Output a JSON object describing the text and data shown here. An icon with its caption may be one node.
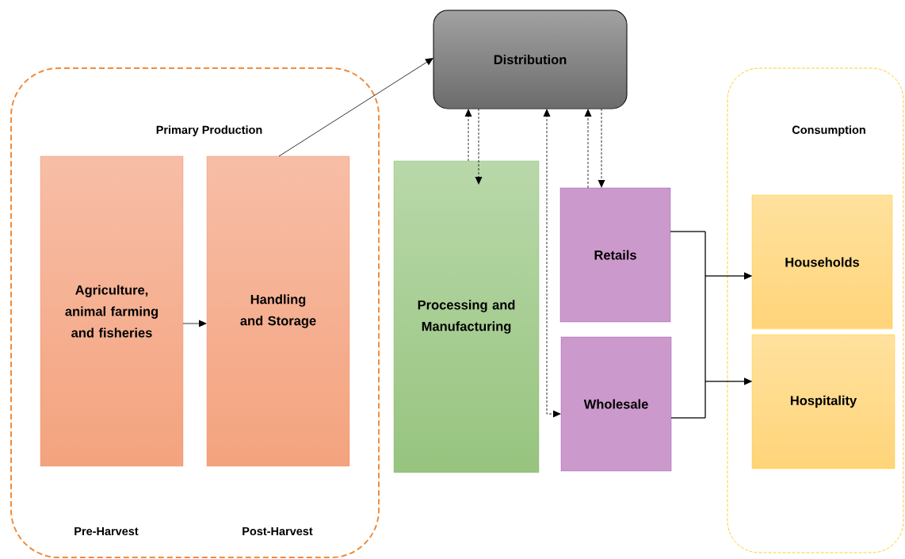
{
  "diagram": {
    "nodes": [
      {
        "text": [
          "Primary Production"
        ]
      },
      {
        "text": [
          "Agriculture, animal farming and fisheries"
        ],
        "in": 0
      },
      {
        "text": [
          "Handling and Storage"
        ],
        "in": 0
      },
      {
        "text": [
          "Distribution"
        ]
      },
      {
        "text": [
          "Processing and Manufacturing"
        ]
      },
      {
        "text": [
          "Retails"
        ]
      },
      {
        "text": [
          "Wholesale"
        ]
      },
      {
        "text": [
          "Consumption"
        ]
      },
      {
        "text": [
          "Households"
        ],
        "in": 7
      },
      {
        "text": [
          "Hospitality"
        ],
        "in": 7
      }
    ],
    "edges": [
      {
        "from": 1,
        "to": 2,
        "arrow": "to"
      },
      {
        "from": 2,
        "to": 3,
        "arrow": "to"
      },
      {
        "from": 4,
        "to": 3,
        "arrow": "to",
        "style": "dashed"
      },
      {
        "from": 3,
        "to": 4,
        "arrow": "to",
        "style": "dashed"
      },
      {
        "from": 3,
        "to": 6,
        "arrow": "both",
        "style": "dashed"
      },
      {
        "from": 5,
        "to": 3,
        "arrow": "to",
        "style": "dashed"
      },
      {
        "from": 3,
        "to": 5,
        "arrow": "to",
        "style": "dashed"
      },
      {
        "from": 5,
        "to": 8,
        "arrow": "to"
      },
      {
        "from": 5,
        "to": 9,
        "arrow": "to"
      },
      {
        "from": 6,
        "to": 8,
        "arrow": "to"
      },
      {
        "from": 6,
        "to": 9,
        "arrow": "to"
      }
    ],
    "labels": [
      "Pre-Harvest",
      "Post-Harvest"
    ]
  }
}
